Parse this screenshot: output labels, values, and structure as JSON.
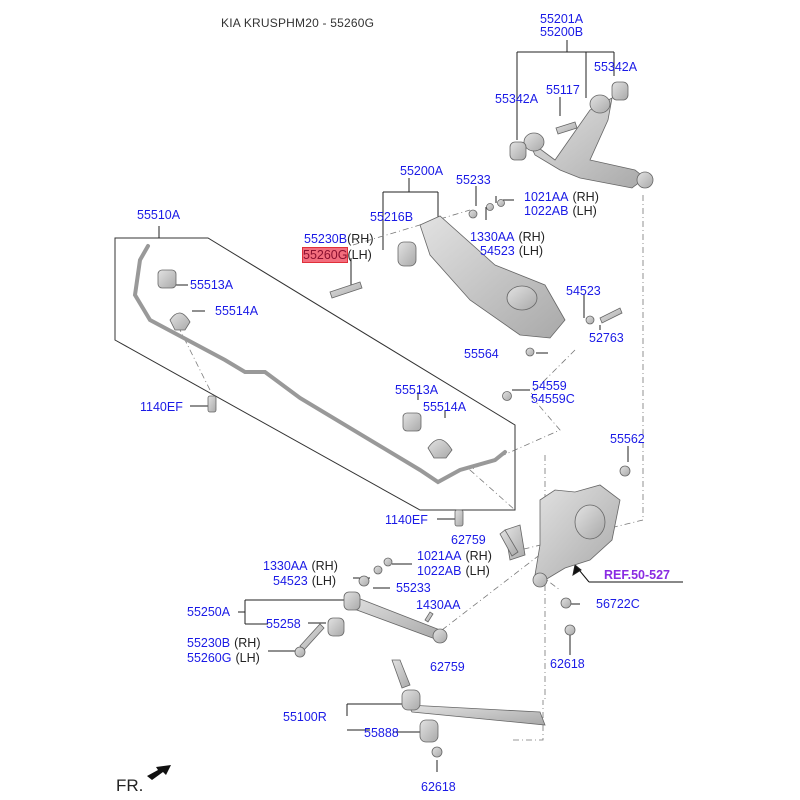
{
  "title": "KIA KRUSPHM20 - 55260G",
  "highlighted_part": "55260G",
  "colors": {
    "part_label": "#1a1ae6",
    "ref_label": "#8a2be2",
    "highlight": "#f26d7d",
    "text": "#222222"
  },
  "orientation_label": "FR.",
  "labels": {
    "p55201A": "55201A",
    "p55200B": "55200B",
    "p55342A_r": "55342A",
    "p55342A_l": "55342A",
    "p55117": "55117",
    "p55200A": "55200A",
    "p55233_top": "55233",
    "p1021AA_top": "1021AA",
    "p1022AB_top": "1022AB",
    "p55216B": "55216B",
    "p1330AA_top": "1330AA",
    "p54523_top": "54523",
    "p55230B_top": "55230B",
    "p55260G_top": "55260G",
    "p55510A": "55510A",
    "p55513A_l": "55513A",
    "p55514A_l": "55514A",
    "p54523_mid": "54523",
    "p52763": "52763",
    "p55564": "55564",
    "p54559": "54559",
    "p54559C": "54559C",
    "p55513A_r": "55513A",
    "p55514A_r": "55514A",
    "p1140EF_l": "1140EF",
    "p1140EF_r": "1140EF",
    "p55562": "55562",
    "p62759_top": "62759",
    "p1330AA_bot": "1330AA",
    "p54523_bot": "54523",
    "p1021AA_bot": "1021AA",
    "p1022AB_bot": "1022AB",
    "p55233_bot": "55233",
    "ref": "REF.50-527",
    "p55250A": "55250A",
    "p1430AA": "1430AA",
    "p55258": "55258",
    "p56722C": "56722C",
    "p55230B_bot": "55230B",
    "p55260G_bot": "55260G",
    "p62759_bot": "62759",
    "p62618_r": "62618",
    "p55100R": "55100R",
    "p55888": "55888",
    "p62618_b": "62618"
  },
  "sides": {
    "rh": "(RH)",
    "lh": "(LH)"
  }
}
